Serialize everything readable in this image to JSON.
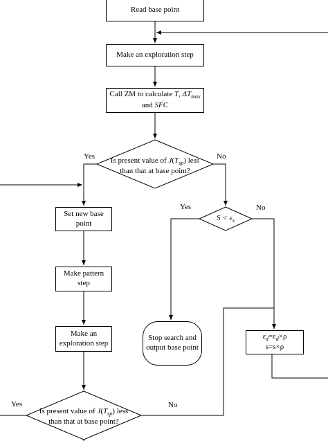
{
  "nodes": {
    "read_base": "Read base point",
    "explore1": "Make an exploration step",
    "calc_pre": "Call ZM to calculate ",
    "calc_T": "T",
    "calc_comma": ", ",
    "calc_dT": "ΔT",
    "calc_max": "max",
    "calc_and": "and ",
    "calc_sfc": "SFC",
    "cond1_pre": "Is present value of ",
    "cond1_J": "J",
    "cond1_T": "(T",
    "cond1_sp": "sp",
    "cond1_post": ") less",
    "cond1_line2": "than that at base point?",
    "set_base": "Set new base point",
    "cond_s_S": "S < ε",
    "cond_s_sub": "s",
    "pattern": "Make pattern step",
    "explore2": "Make an exploration  step",
    "stop": "Stop search and output base point",
    "update_eps": "ε",
    "update_d": "d",
    "update_mid": "=ε",
    "update_d2": "d",
    "update_times": "×ρ",
    "update_line2": "s=s×ρ",
    "cond2_pre": "Is present value of ",
    "cond2_J": "J",
    "cond2_T": "(T",
    "cond2_sp": "sp",
    "cond2_post": ") less",
    "cond2_line2": "than that at base point?"
  },
  "labels": {
    "yes": "Yes",
    "no": "No"
  }
}
